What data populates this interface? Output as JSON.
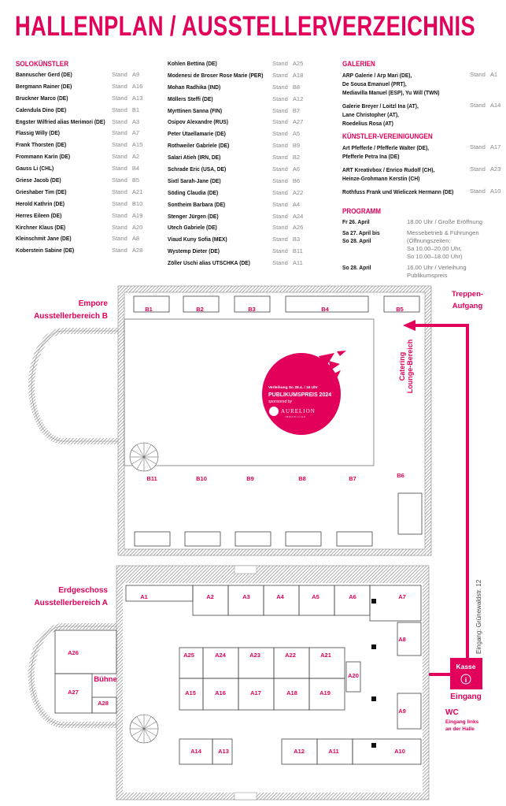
{
  "title": "HALLENPLAN  /  AUSSTELLERVERZEICHNIS",
  "accent": "#e2005a",
  "stand_word": "Stand",
  "solo": {
    "heading": "SOLOKÜNSTLER",
    "items": [
      {
        "name": "Bannuscher Gerd (DE)",
        "stand": "A9"
      },
      {
        "name": "Bergmann Rainer (DE)",
        "stand": "A16"
      },
      {
        "name": "Bruckner Marco (DE)",
        "stand": "A13"
      },
      {
        "name": "Calendula Dino (DE)",
        "stand": "B1"
      },
      {
        "name": "Engster Wilfried alias Merimori (DE)",
        "stand": "A3"
      },
      {
        "name": "Flassig Willy (DE)",
        "stand": "A7"
      },
      {
        "name": "Frank Thorsten (DE)",
        "stand": "A15"
      },
      {
        "name": "Frommann Karin (DE)",
        "stand": "A2"
      },
      {
        "name": "Gauss Li (CHL)",
        "stand": "B4"
      },
      {
        "name": "Griese Jacob (DE)",
        "stand": "B5"
      },
      {
        "name": "Grieshaber Tim (DE)",
        "stand": "A21"
      },
      {
        "name": "Herold Kathrin (DE)",
        "stand": "B10"
      },
      {
        "name": "Herres Eileen (DE)",
        "stand": "A19"
      },
      {
        "name": "Kirchner Klaus (DE)",
        "stand": "A20"
      },
      {
        "name": "Kleinschmit Jane (DE)",
        "stand": "A8"
      },
      {
        "name": "Koberstein Sabine  (DE)",
        "stand": "A28"
      },
      {
        "name": "Kohlen Bettina (DE)",
        "stand": "A25"
      },
      {
        "name": "Modenesi de Broser Rose Marie (PER)",
        "stand": "A18"
      },
      {
        "name": "Mohan Radhika (IND)",
        "stand": "B8"
      },
      {
        "name": "Möllers Steffi (DE)",
        "stand": "A12"
      },
      {
        "name": "Myrttinen Sanna (FIN)",
        "stand": "B7"
      },
      {
        "name": "Osipov Alexandre (RUS)",
        "stand": "A27"
      },
      {
        "name": "Peter Utaellamarie (DE)",
        "stand": "A5"
      },
      {
        "name": "Rothweiler Gabriele (DE)",
        "stand": "B9"
      },
      {
        "name": "Salari Atieh (IRN, DE)",
        "stand": "B2"
      },
      {
        "name": "Schrade Eric (USA, DE)",
        "stand": "A6"
      },
      {
        "name": "Sixtl Sarah-Jane (DE)",
        "stand": "B6"
      },
      {
        "name": "Söding Claudia (DE)",
        "stand": "A22"
      },
      {
        "name": "Sontheim Barbara (DE)",
        "stand": "A4"
      },
      {
        "name": "Stenger Jürgen (DE)",
        "stand": "A24"
      },
      {
        "name": "Utech Gabriele (DE)",
        "stand": "A26"
      },
      {
        "name": "Viaud Kuny Sofia (MEX)",
        "stand": "B3"
      },
      {
        "name": "Wystemp Dieter (DE)",
        "stand": "B11"
      },
      {
        "name": "Zöller Uschi alias UTSCHKA (DE)",
        "stand": "A11"
      }
    ]
  },
  "galerien": {
    "heading": "GALERIEN",
    "items": [
      {
        "lines": [
          "ARP Galerie / Arp Mari (DE),",
          "De Sousa Emanuel (PRT),",
          "Mediavilla Manuel (ESP), Yu Will (TWN)"
        ],
        "stand": "A1"
      },
      {
        "lines": [
          "Galerie Breyer / Loitzl Ina (AT),",
          "Lane Christopher (AT),",
          "Roedelius Rosa (AT)"
        ],
        "stand": "A14"
      }
    ]
  },
  "vereinigungen": {
    "heading": "KÜNSTLER-VEREINIGUNGEN",
    "items": [
      {
        "lines": [
          "Art Pfefferle / Pfefferle Walter (DE),",
          "Pfefferle Petra Ina (DE)"
        ],
        "stand": "A17"
      },
      {
        "lines": [
          "ART Kreativbox / Enrico Rudolf (CH),",
          "Heinze-Grohmann Kerstin (CH)"
        ],
        "stand": "A23"
      },
      {
        "lines": [
          "Rothfuss Frank und Wieliczek Hermann (DE)"
        ],
        "stand": "A10"
      }
    ]
  },
  "programm": {
    "heading": "PROGRAMM",
    "items": [
      {
        "date": [
          "Fr 26. April"
        ],
        "text": [
          "18.00 Uhr / Große Eröffnung"
        ]
      },
      {
        "date": [
          "Sa 27. April bis",
          "So 28. April"
        ],
        "text": [
          "Messebetrieb & Führungen",
          "(Öffnungszeiten:",
          "Sa 10.00–20.00 Uhr,",
          "So 10.00–18.00 Uhr)"
        ]
      },
      {
        "date": [
          "So 28. April"
        ],
        "text": [
          "16.00 Uhr / Verleihung Publikumspreis"
        ]
      }
    ]
  },
  "plan": {
    "upper_label": [
      "Empore",
      "Ausstellerbereich B"
    ],
    "stairs_label": [
      "Treppen-",
      "Aufgang"
    ],
    "catering_label": [
      "Catering",
      "Lounge-Bereich"
    ],
    "upper_stands": [
      "B1",
      "B2",
      "B3",
      "B4",
      "B5",
      "B6",
      "B7",
      "B8",
      "B9",
      "B10",
      "B11"
    ],
    "lower_label": [
      "Erdgeschoss",
      "Ausstellerbereich A"
    ],
    "stage_label": "Bühne",
    "lower_stands": [
      "A1",
      "A2",
      "A3",
      "A4",
      "A5",
      "A6",
      "A7",
      "A8",
      "A9",
      "A10",
      "A11",
      "A12",
      "A13",
      "A14",
      "A15",
      "A16",
      "A17",
      "A18",
      "A19",
      "A20",
      "A21",
      "A22",
      "A23",
      "A24",
      "A25",
      "A26",
      "A27",
      "A28"
    ],
    "kasse": "Kasse",
    "info_icon": "info-icon",
    "eingang": "Eingang",
    "wc": "WC",
    "wc_note": [
      "Eingang links",
      "an der Halle"
    ],
    "street": "Eingang: Grünewaldstr. 12",
    "award": {
      "line1": "Verleihung So 28.4. / 16 Uhr",
      "line2": "PUBLIKUMSPREIS 2024",
      "line3": "sponsored by",
      "logo": "AURELION",
      "logo_sub": "IMMOBILIEN"
    }
  }
}
